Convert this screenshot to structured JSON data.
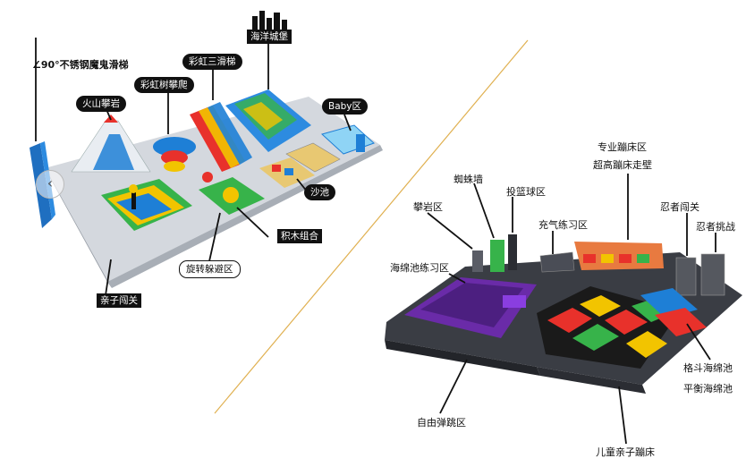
{
  "left_labels": {
    "slide_90": "∠90°不锈钢魔鬼滑梯",
    "ocean_castle": "海洋城堡",
    "rainbow_three_slide": "彩虹三滑梯",
    "rainbow_tree_climb": "彩虹树攀爬",
    "volcano_climb": "火山攀岩",
    "baby_zone": "Baby区",
    "sand_pool": "沙池",
    "block_combo": "积木组合",
    "spin_dodge": "旋转躲避区",
    "parent_child_challenge": "亲子闯关"
  },
  "right_labels": {
    "pro_trampoline": "专业蹦床区",
    "super_high_wall": "超高蹦床走壁",
    "spider_wall": "蜘蛛墙",
    "basketball": "投篮球区",
    "climbing": "攀岩区",
    "inflatable_practice": "充气练习区",
    "ninja_pass": "忍者闯关",
    "ninja_challenge": "忍者挑战",
    "foam_pit_practice": "海绵池练习区",
    "fight_foam_pit": "格斗海绵池",
    "balance_foam_pit": "平衡海绵池",
    "free_bounce": "自由弹跳区",
    "kids_trampoline": "儿童亲子蹦床"
  },
  "nav": {
    "prev_arrow": "‹"
  },
  "colors": {
    "divider": "#e0b050",
    "floor_left": "#d4d8de",
    "floor_right": "#3a3d44",
    "trampoline_purple": "#6a2ba8",
    "trampoline_red": "#e8312b",
    "trampoline_yellow": "#f2c400",
    "trampoline_green": "#37b34a",
    "water_blue": "#1e7fd6",
    "sand": "#e8c872"
  }
}
